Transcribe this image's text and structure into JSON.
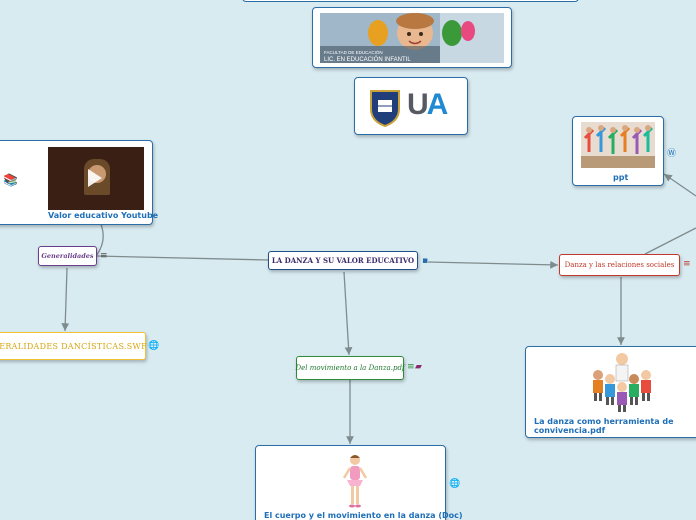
{
  "central": {
    "title": "LA DANZA Y SU VALOR EDUCATIVO"
  },
  "header_images": {
    "faculty_banner": {
      "line1": "FACULTAD DE EDUCACIÓN",
      "line2": "LIC. EN EDUCACIÓN INFANTIL"
    },
    "university_logo": {
      "text": "UA"
    }
  },
  "topics": {
    "generalidades": "Generalidades",
    "danza_relaciones": "Danza y las relaciones sociales",
    "movimiento_danza": "Del movimiento a la Danza.pdf",
    "generalidades_danc": "GENERALIDADES DANCÍSTICAS.SWF"
  },
  "resources": {
    "valor_youtube": "Valor educativo Youtube",
    "ppt": "ppt",
    "convivencia_pdf": "La danza como herramienta de convivencia.pdf",
    "cuerpo_doc": "El cuerpo y el movimiento en la danza (Doc)"
  },
  "colors": {
    "background": "#d8ebf1",
    "central_border": "#1f4f8b",
    "generalidades_border": "#6a3e8a",
    "relaciones_border": "#c0392b",
    "movimiento_border": "#2e8b3a",
    "swf_border": "#f1c232",
    "link": "#7f8c8d"
  },
  "icons": [
    "note-icon",
    "globe-icon",
    "wordpress-icon",
    "folder-icon"
  ]
}
